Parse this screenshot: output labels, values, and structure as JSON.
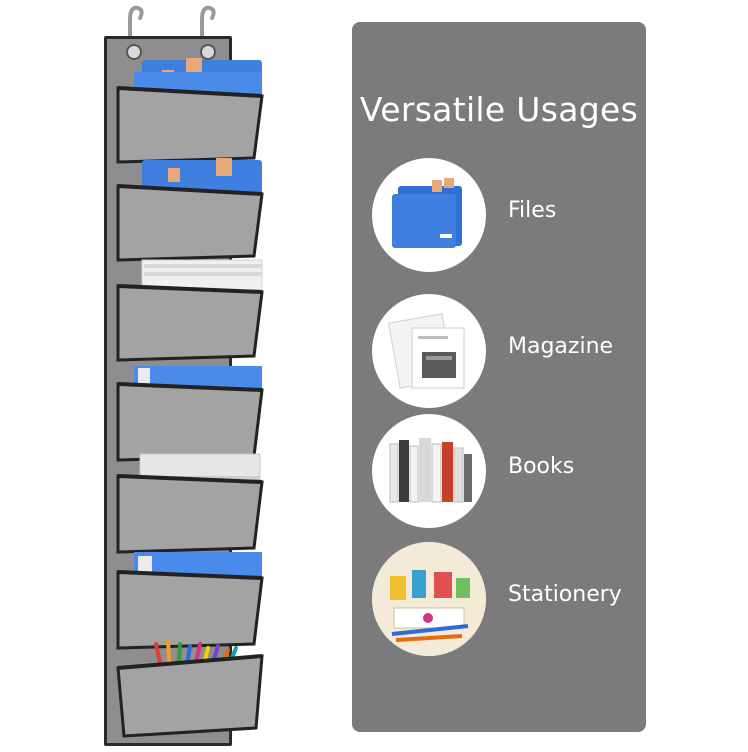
{
  "panel": {
    "title": "Versatile Usages",
    "items": [
      {
        "label": "Files",
        "icon": "file-folder-icon"
      },
      {
        "label": "Magazine",
        "icon": "magazine-icon"
      },
      {
        "label": "Books",
        "icon": "books-icon"
      },
      {
        "label": "Stationery",
        "icon": "stationery-icon"
      }
    ]
  },
  "colors": {
    "panel_bg": "#7b7b7b",
    "pocket_gray": "#a3a3a3",
    "pocket_trim": "#222222",
    "folder_blue": "#3f7fe0",
    "tab_orange": "#e8a878"
  }
}
